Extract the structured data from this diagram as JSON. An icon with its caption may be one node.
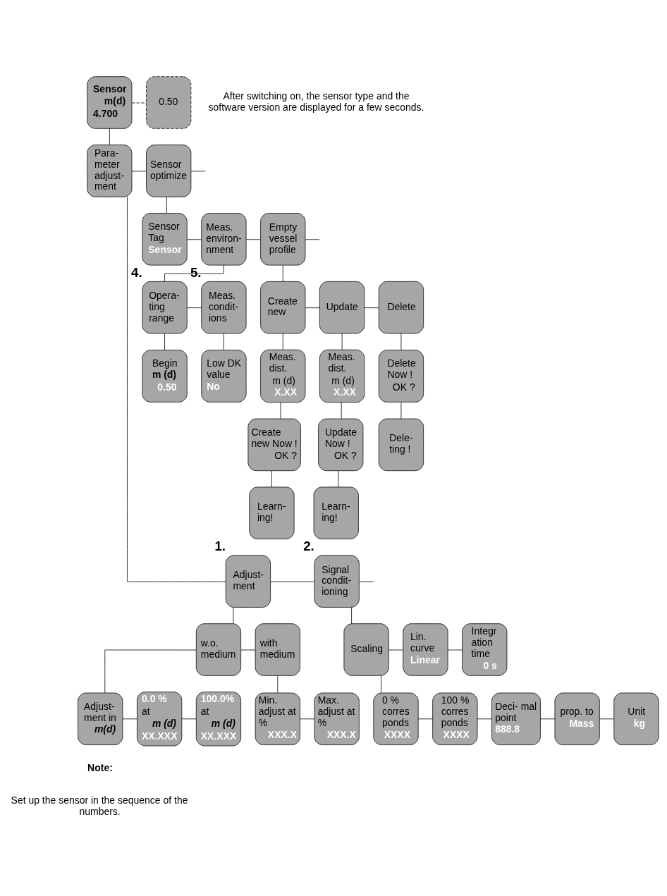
{
  "diagram": {
    "nodes": [
      {
        "text": [
          "Sensor",
          "m(d)",
          "4.700"
        ]
      },
      {
        "text": [
          "0.50"
        ],
        "beside": [
          "After switching on, the sensor type and the software version are displayed for a few seconds."
        ]
      },
      {
        "text": [
          "Para- meter adjust- ment"
        ]
      },
      {
        "text": [
          "Sensor optimize"
        ]
      },
      {
        "text": [
          "Sensor Tag",
          "Sensor"
        ]
      },
      {
        "text": [
          "Meas. environ- nment"
        ]
      },
      {
        "text": [
          "Opera- ting range"
        ],
        "beside": [
          "4."
        ]
      },
      {
        "text": [
          "Begin",
          "m (d)",
          "0.50"
        ]
      },
      {
        "text": [
          "Meas. condit- ions"
        ],
        "beside": [
          "5."
        ]
      },
      {
        "text": [
          "Low DK value",
          "No"
        ]
      },
      {
        "text": [
          "Empty vessel profile"
        ]
      },
      {
        "text": [
          "Create new"
        ]
      },
      {
        "text": [
          "Update"
        ]
      },
      {
        "text": [
          "Delete"
        ]
      },
      {
        "text": [
          "Meas. dist.",
          "m (d)",
          "X.XX"
        ]
      },
      {
        "text": [
          "Meas. dist.",
          "m (d)",
          "X.XX"
        ]
      },
      {
        "text": [
          "Delete Now !",
          "OK ?"
        ]
      },
      {
        "text": [
          "Create new Now !",
          "OK ?"
        ]
      },
      {
        "text": [
          "Update Now !",
          "OK ?"
        ]
      },
      {
        "text": [
          "Dele- ting !"
        ]
      },
      {
        "text": [
          "Learn- ing!"
        ]
      },
      {
        "text": [
          "Learn- ing!"
        ]
      },
      {
        "text": [
          "Adjust- ment"
        ],
        "beside": [
          "1."
        ]
      },
      {
        "text": [
          "Signal condit- ioning"
        ],
        "beside": [
          "2."
        ]
      },
      {
        "text": [
          "w.o. medium"
        ]
      },
      {
        "text": [
          "with medium"
        ]
      },
      {
        "text": [
          "Min. adjust at %",
          "XXX.X"
        ]
      },
      {
        "text": [
          "Max. adjust at %",
          "XXX.X"
        ]
      },
      {
        "text": [
          "Adjust- ment in",
          "m(d)"
        ]
      },
      {
        "text": [
          "0.0 %",
          "at",
          "m (d)",
          "XX.XXX"
        ]
      },
      {
        "text": [
          "100.0%",
          "at",
          "m (d)",
          "XX.XXX"
        ]
      },
      {
        "text": [
          "Scaling"
        ]
      },
      {
        "text": [
          "Lin. curve",
          "Linear"
        ]
      },
      {
        "text": [
          "Integr ation time",
          "0 s"
        ]
      },
      {
        "text": [
          "0 % corres ponds",
          "XXXX"
        ]
      },
      {
        "text": [
          "100 % corres ponds",
          "XXXX"
        ]
      },
      {
        "text": [
          "Deci- mal point",
          "888.8"
        ]
      },
      {
        "text": [
          "prop. to",
          "Mass"
        ]
      },
      {
        "text": [
          "Unit",
          "kg"
        ]
      }
    ],
    "edges": [
      {
        "from": 0,
        "to": 1,
        "arrow": "none",
        "style": "dashed"
      },
      {
        "from": 0,
        "to": 2,
        "arrow": "none"
      },
      {
        "from": 2,
        "to": 3,
        "arrow": "none"
      },
      {
        "from": 3,
        "to": null,
        "arrow": "none"
      },
      {
        "from": 3,
        "to": 4,
        "arrow": "none"
      },
      {
        "from": 4,
        "to": 5,
        "arrow": "none"
      },
      {
        "from": 5,
        "to": 10,
        "arrow": "none"
      },
      {
        "from": 10,
        "to": null,
        "arrow": "none"
      },
      {
        "from": 5,
        "to": 6,
        "arrow": "none"
      },
      {
        "from": 6,
        "to": 7,
        "arrow": "none"
      },
      {
        "from": 6,
        "to": 8,
        "arrow": "none"
      },
      {
        "from": 8,
        "to": 9,
        "arrow": "none"
      },
      {
        "from": 10,
        "to": 11,
        "arrow": "none"
      },
      {
        "from": 11,
        "to": 12,
        "arrow": "none"
      },
      {
        "from": 12,
        "to": 13,
        "arrow": "none"
      },
      {
        "from": 11,
        "to": 14,
        "arrow": "none"
      },
      {
        "from": 12,
        "to": 15,
        "arrow": "none"
      },
      {
        "from": 13,
        "to": 16,
        "arrow": "none"
      },
      {
        "from": 14,
        "to": 17,
        "arrow": "none"
      },
      {
        "from": 15,
        "to": 18,
        "arrow": "none"
      },
      {
        "from": 16,
        "to": 19,
        "arrow": "none"
      },
      {
        "from": 17,
        "to": 20,
        "arrow": "none"
      },
      {
        "from": 18,
        "to": 21,
        "arrow": "none"
      },
      {
        "from": 2,
        "to": 22,
        "arrow": "none"
      },
      {
        "from": 22,
        "to": 23,
        "arrow": "none"
      },
      {
        "from": 23,
        "to": null,
        "arrow": "none"
      },
      {
        "from": 22,
        "to": 24,
        "arrow": "none"
      },
      {
        "from": 24,
        "to": 25,
        "arrow": "none"
      },
      {
        "from": 25,
        "to": 26,
        "arrow": "none"
      },
      {
        "from": 26,
        "to": 27,
        "arrow": "none"
      },
      {
        "from": 24,
        "to": 28,
        "arrow": "none"
      },
      {
        "from": 28,
        "to": 29,
        "arrow": "none"
      },
      {
        "from": 29,
        "to": 30,
        "arrow": "none"
      },
      {
        "from": 23,
        "to": 31,
        "arrow": "none"
      },
      {
        "from": 31,
        "to": 32,
        "arrow": "none"
      },
      {
        "from": 32,
        "to": 33,
        "arrow": "none"
      },
      {
        "from": 31,
        "to": 34,
        "arrow": "none"
      },
      {
        "from": 34,
        "to": 35,
        "arrow": "none"
      },
      {
        "from": 35,
        "to": 36,
        "arrow": "none"
      },
      {
        "from": 36,
        "to": 37,
        "arrow": "none"
      },
      {
        "from": 37,
        "to": 38,
        "arrow": "none"
      }
    ],
    "labels": [
      "Note:",
      "Set up the sensor in the sequence of the numbers."
    ]
  }
}
